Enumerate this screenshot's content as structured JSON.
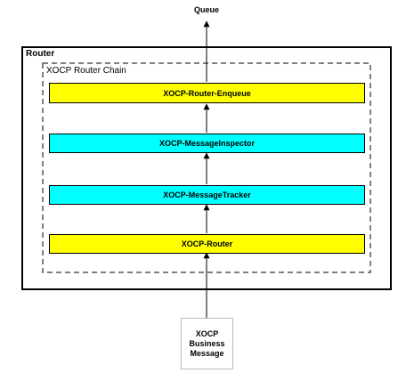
{
  "queue_label": "Queue",
  "router": {
    "title": "Router"
  },
  "chain": {
    "title": "XOCP Router Chain"
  },
  "components": [
    {
      "label": "XOCP-Router-Enqueue",
      "color": "#ffff00"
    },
    {
      "label": "XOCP-MessageInspector",
      "color": "#00ffff"
    },
    {
      "label": "XOCP-MessageTracker",
      "color": "#00ffff"
    },
    {
      "label": "XOCP-Router",
      "color": "#ffff00"
    }
  ],
  "message": {
    "line1": "XOCP",
    "line2": "Business",
    "line3": "Message"
  }
}
